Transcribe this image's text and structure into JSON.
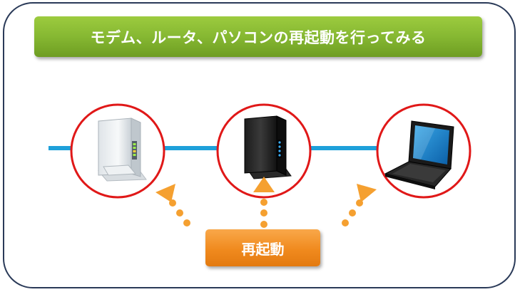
{
  "title": "モデム、ルータ、パソコンの再起動を行ってみる",
  "restart_label": "再起動",
  "devices": [
    {
      "id": "modem",
      "icon": "modem-icon",
      "color": "white"
    },
    {
      "id": "router",
      "icon": "router-icon",
      "color": "black"
    },
    {
      "id": "pc",
      "icon": "laptop-icon",
      "color": "black"
    }
  ],
  "colors": {
    "frame_border": "#2a3a58",
    "title_bg": "#86b832",
    "network_line": "#1ea0da",
    "device_circle": "#e01818",
    "arrow": "#f5a030",
    "restart_bg": "#f08a1e"
  }
}
